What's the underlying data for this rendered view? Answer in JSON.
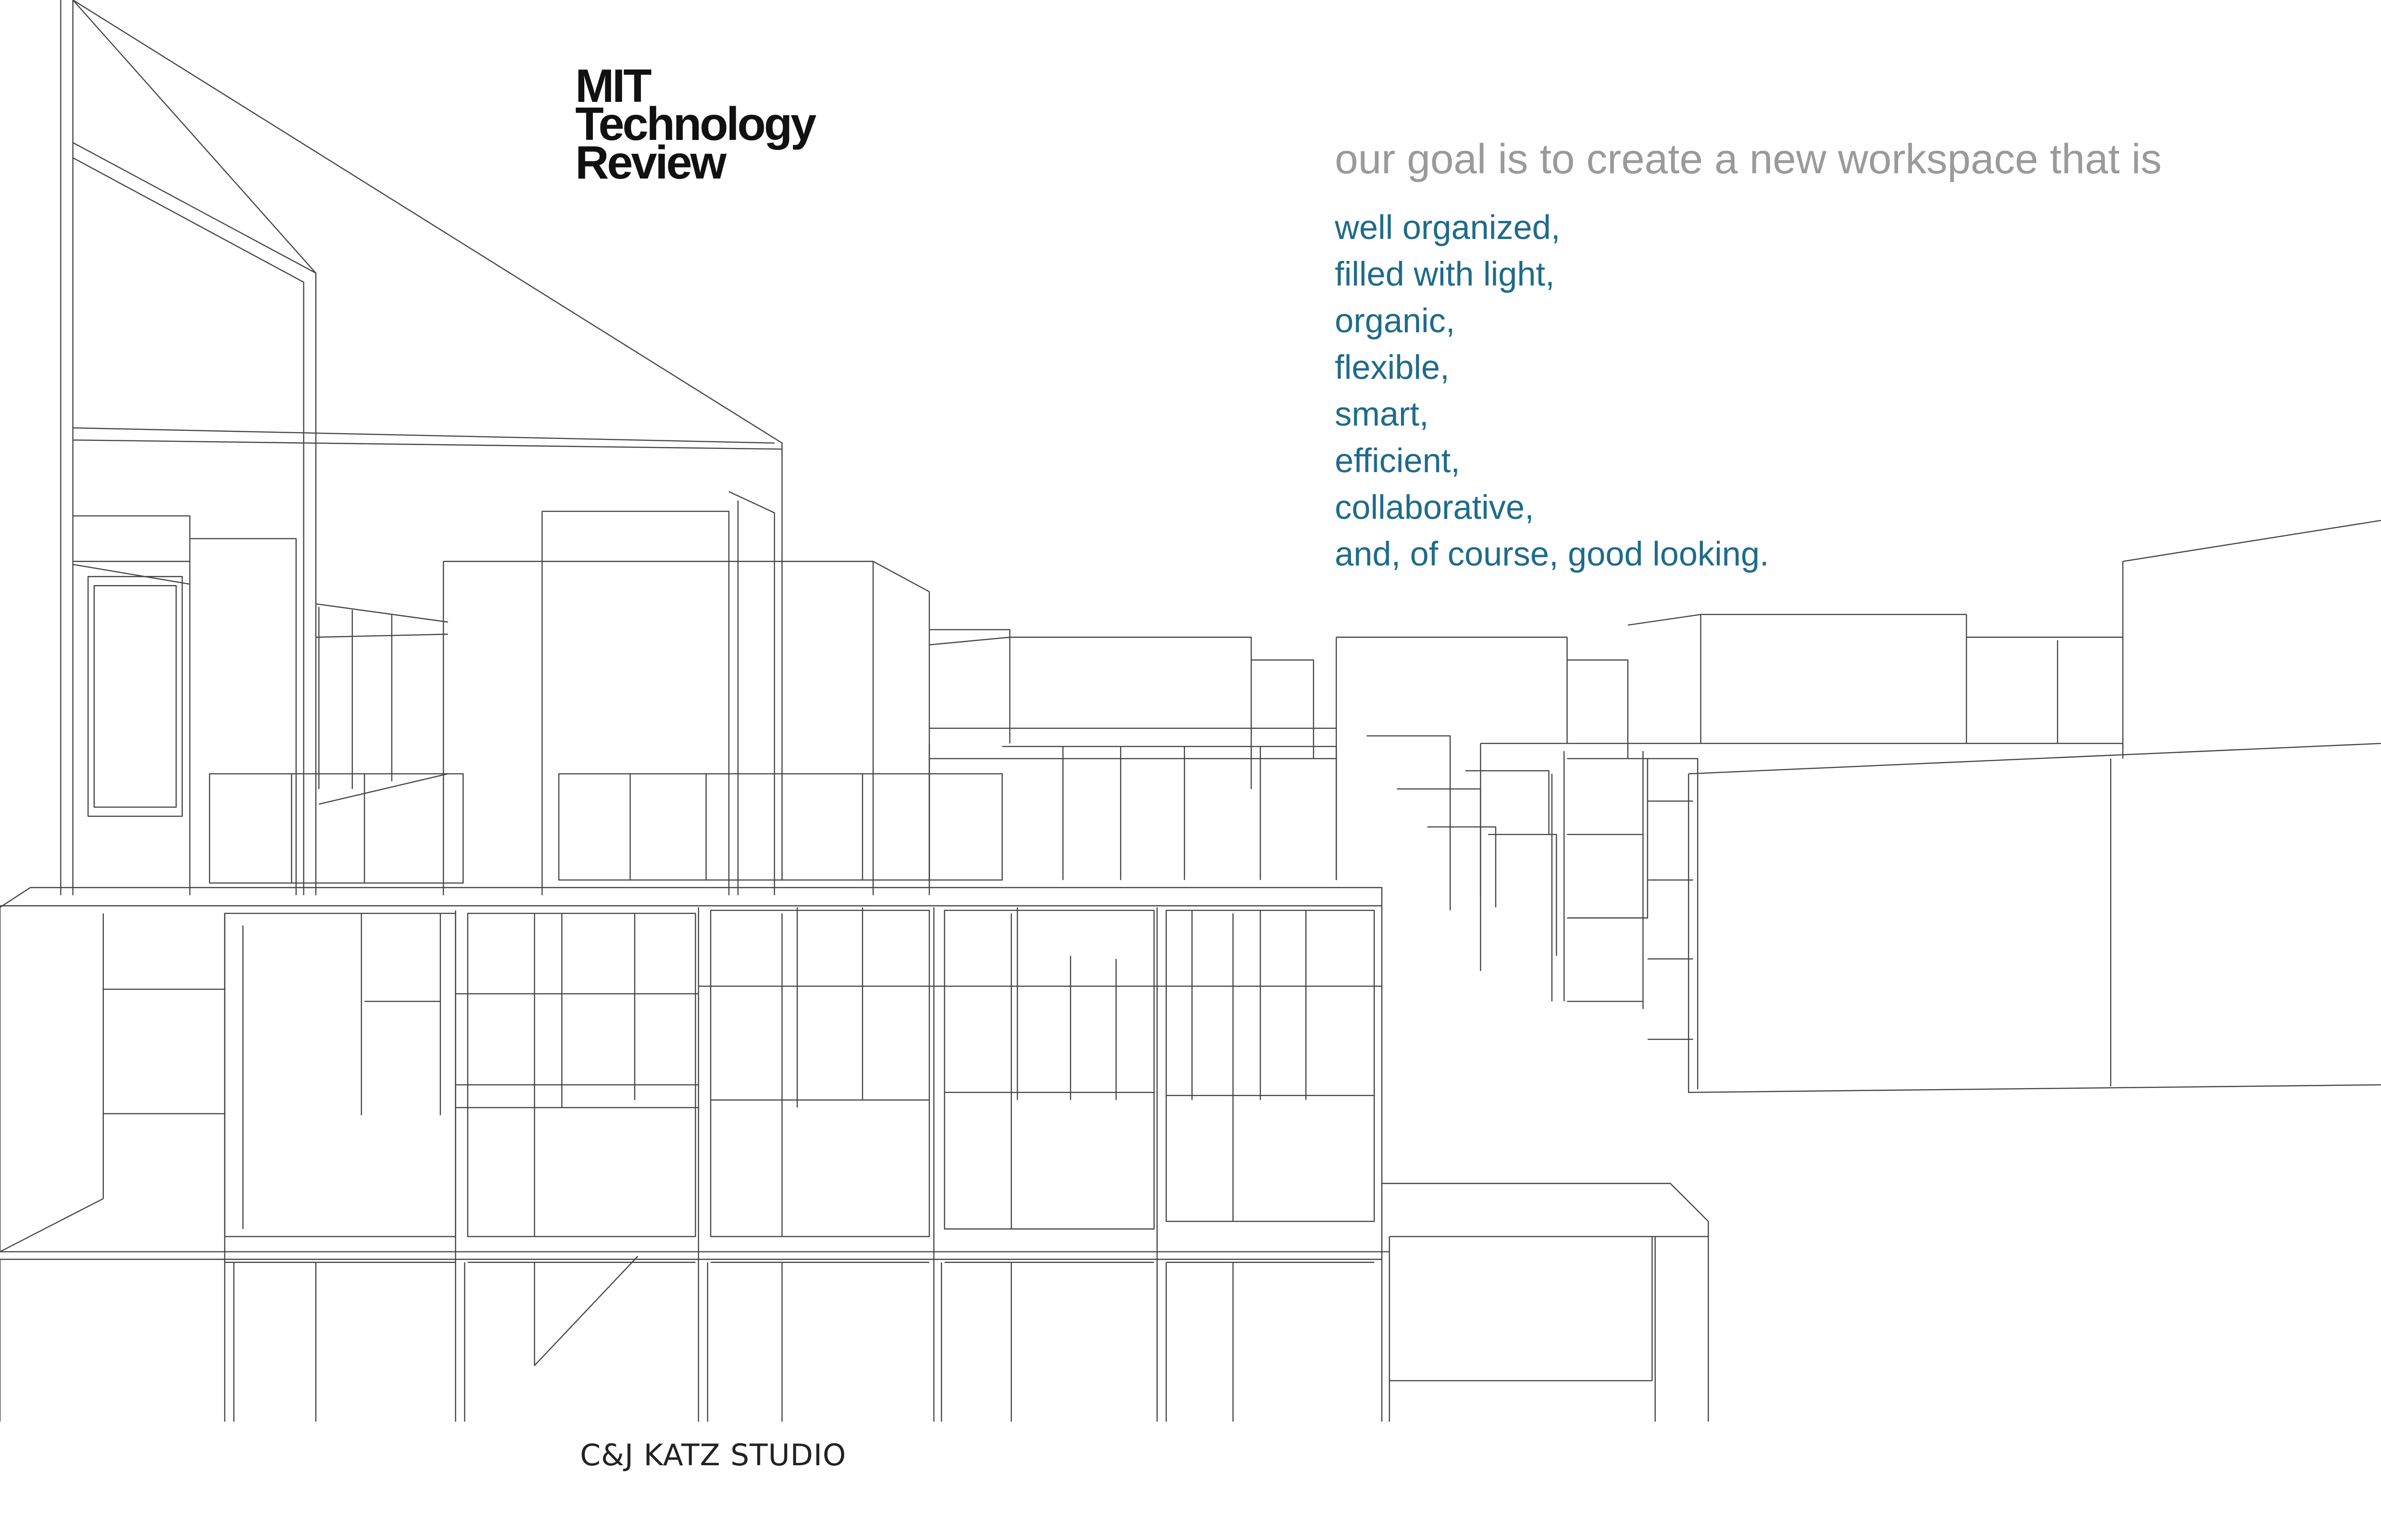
{
  "logo": {
    "lines": [
      "MIT",
      "Technology",
      "Review"
    ]
  },
  "headline": "our goal is to create a new workspace that is",
  "qualities": [
    "well organized,",
    "filled with light,",
    "organic,",
    "flexible,",
    "smart,",
    "efficient,",
    "collaborative,",
    "and, of course, good looking."
  ],
  "studio": "C&J KATZ STUDIO",
  "colors": {
    "headline": "#9a9a9a",
    "qualities": "#1e6b8a",
    "line_drawing": "#444444",
    "background": "#ffffff"
  },
  "illustration": "line-drawing of open office shelving and workspace"
}
